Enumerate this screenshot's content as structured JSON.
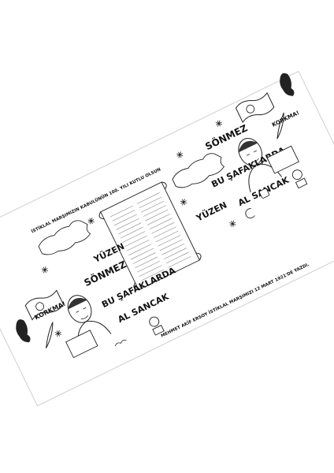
{
  "poster": {
    "texts": {
      "korkma": "KORKMA!",
      "sonmez": "SÖNMEZ",
      "bu_safaklarda": "BU ŞAFAKLARDA",
      "yuzen": "YÜZEN",
      "al_sancak": "AL SANCAK",
      "top_caption": "İSTİKLAL MARŞIMIZIN KABULÜNÜN 100. YILI KUTLU OLSUN",
      "bottom_caption": "MEHMET AKİF ERSOY İSTİKLAL MARŞIMIZI 12 MART 1921'DE YAZDI."
    },
    "colors": {
      "background": "#ffffff",
      "line": "#222222",
      "border": "#cccccc"
    },
    "icons": [
      "portrait-icon",
      "ataturk-silhouette-icon",
      "flag-icon",
      "turkey-map-icon",
      "scroll-icon",
      "quill-icon",
      "ink-pot-icon",
      "snowflake-icon",
      "star-crescent-icon",
      "cartoon-child-icon",
      "bird-icon"
    ]
  }
}
